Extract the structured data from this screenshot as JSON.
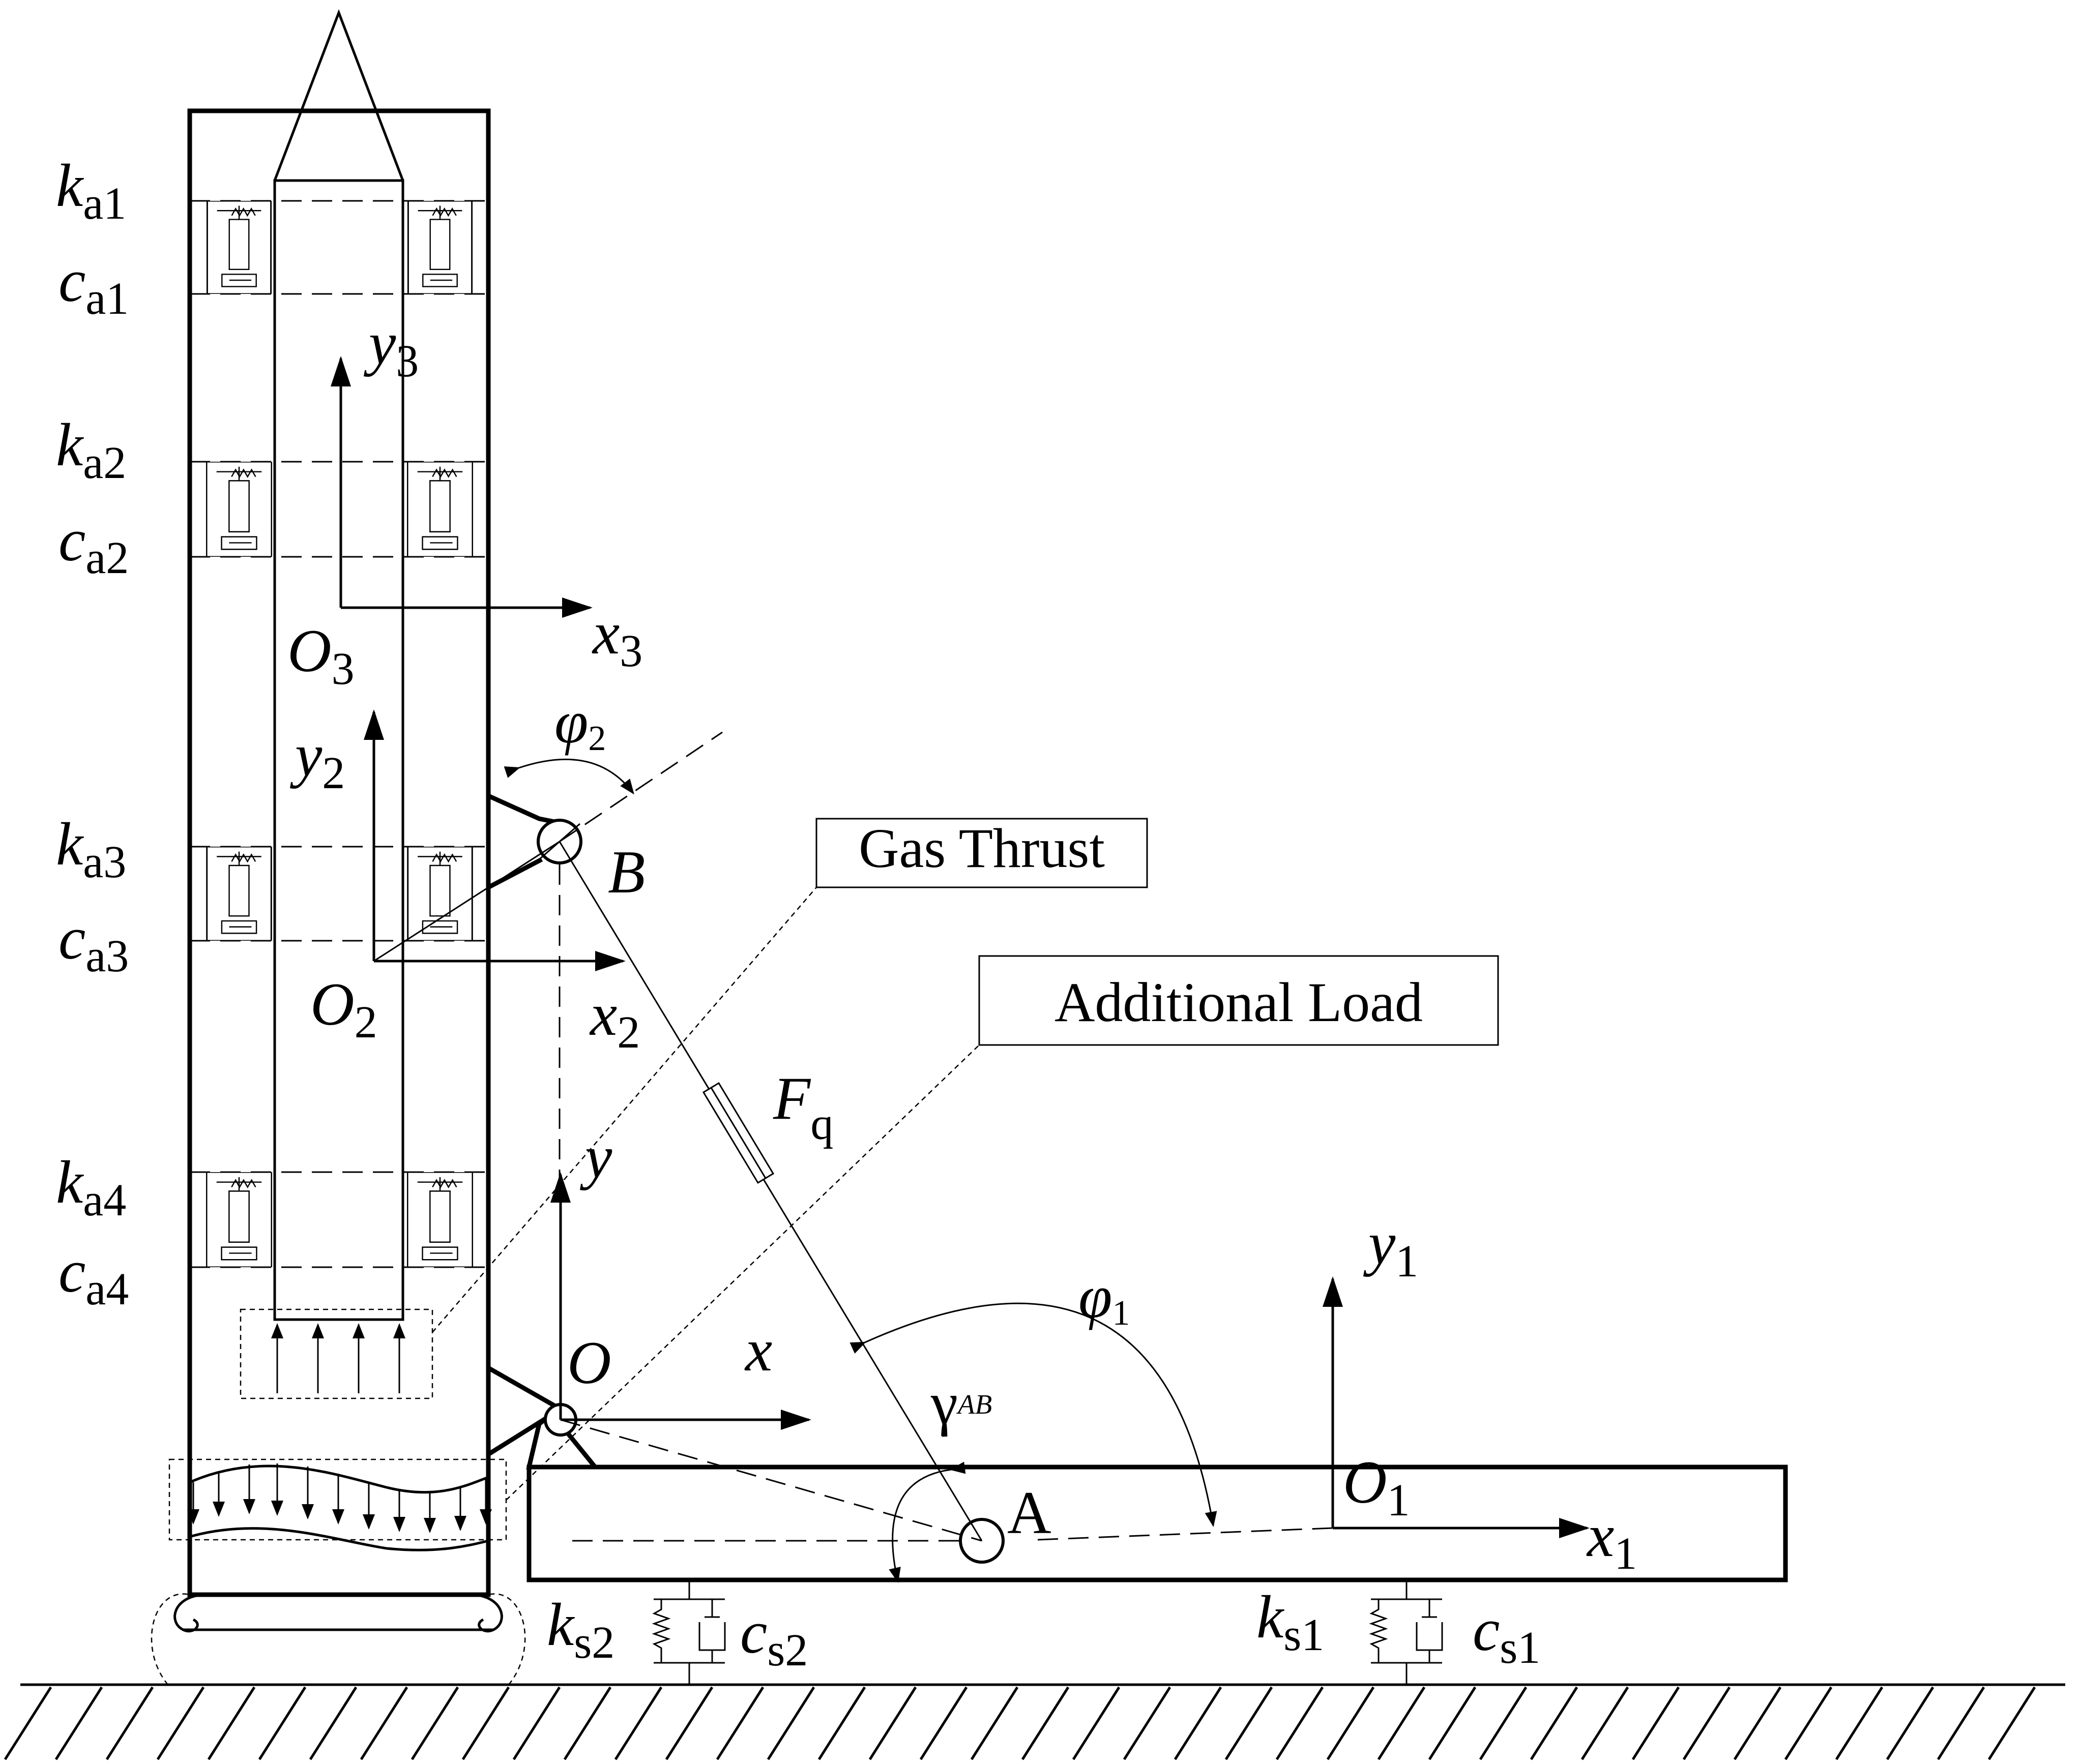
{
  "labels": {
    "ka1": {
      "main": "k",
      "sub": "a1"
    },
    "ca1": {
      "main": "c",
      "sub": "a1"
    },
    "ka2": {
      "main": "k",
      "sub": "a2"
    },
    "ca2": {
      "main": "c",
      "sub": "a2"
    },
    "ka3": {
      "main": "k",
      "sub": "a3"
    },
    "ca3": {
      "main": "c",
      "sub": "a3"
    },
    "ka4": {
      "main": "k",
      "sub": "a4"
    },
    "ca4": {
      "main": "c",
      "sub": "a4"
    },
    "ks2": {
      "main": "k",
      "sub": "s2"
    },
    "cs2": {
      "main": "c",
      "sub": "s2"
    },
    "ks1": {
      "main": "k",
      "sub": "s1"
    },
    "cs1": {
      "main": "c",
      "sub": "s1"
    },
    "y3": {
      "main": "y",
      "sub": "3"
    },
    "x3": {
      "main": "x",
      "sub": "3"
    },
    "O3": {
      "main": "O",
      "sub": "3"
    },
    "y2": {
      "main": "y",
      "sub": "2"
    },
    "x2": {
      "main": "x",
      "sub": "2"
    },
    "O2": {
      "main": "O",
      "sub": "2"
    },
    "phi2": {
      "main": "φ",
      "sub": "2"
    },
    "B": "B",
    "Fq": {
      "main": "F",
      "sub": "q"
    },
    "y": "y",
    "x": "x",
    "O": "O",
    "y1": {
      "main": "y",
      "sub": "1"
    },
    "x1": {
      "main": "x",
      "sub": "1"
    },
    "O1": {
      "main": "O",
      "sub": "1"
    },
    "phi1": {
      "main": "φ",
      "sub": "1"
    },
    "gammaAB": {
      "main": "γ",
      "sub": "AB"
    },
    "A": "A"
  },
  "callouts": {
    "gas_thrust": "Gas Thrust",
    "additional_load": "Additional Load"
  }
}
